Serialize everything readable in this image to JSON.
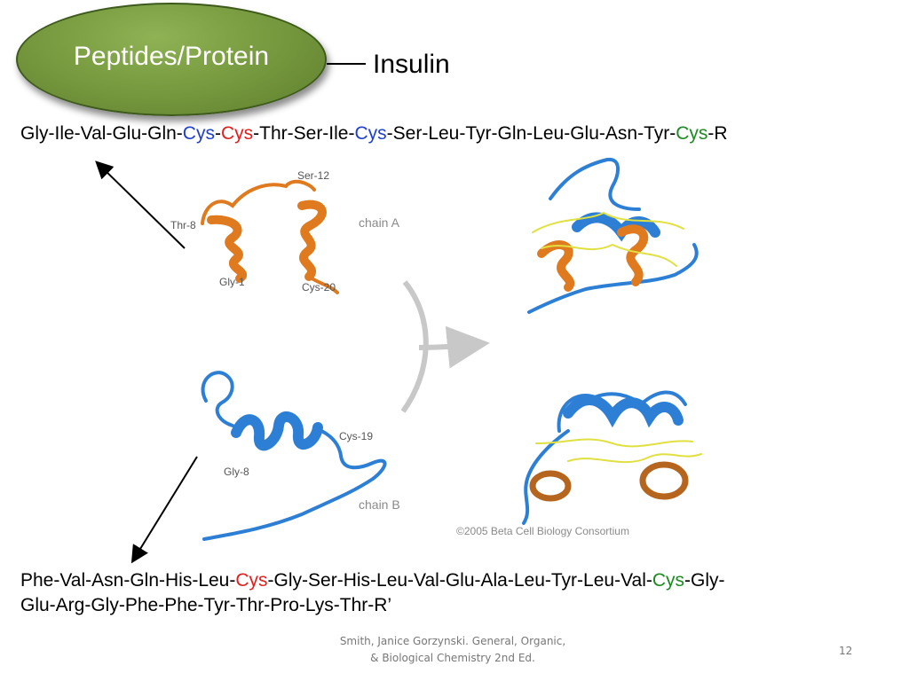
{
  "slide": {
    "title": "Peptides/Protein",
    "heading": "Insulin",
    "chain_a_sequence": [
      {
        "text": "Gly-Ile-Val-Glu-Gln-",
        "color": "black"
      },
      {
        "text": "Cys",
        "color": "blue"
      },
      {
        "text": "-",
        "color": "black"
      },
      {
        "text": "Cys",
        "color": "red"
      },
      {
        "text": "-Thr-Ser-Ile-",
        "color": "black"
      },
      {
        "text": "Cys",
        "color": "blue"
      },
      {
        "text": "-Ser-Leu-Tyr-Gln-Leu-Glu-Asn-Tyr-",
        "color": "black"
      },
      {
        "text": "Cys",
        "color": "green"
      },
      {
        "text": "-R",
        "color": "black"
      }
    ],
    "chain_b_sequence_line1": [
      {
        "text": "Phe-Val-Asn-Gln-His-Leu-",
        "color": "black"
      },
      {
        "text": "Cys",
        "color": "red"
      },
      {
        "text": "-Gly-Ser-His-Leu-Val-Glu-Ala-Leu-Tyr-Leu-Val-",
        "color": "black"
      },
      {
        "text": "Cys",
        "color": "green"
      },
      {
        "text": "-Gly-",
        "color": "black"
      }
    ],
    "chain_b_sequence_line2": "Glu-Arg-Gly-Phe-Phe-Tyr-Thr-Pro-Lys-Thr-R’",
    "figure": {
      "labels": {
        "ser12": "Ser-12",
        "thr8": "Thr-8",
        "gly1": "Gly-1",
        "cys20": "Cys-20",
        "chain_a": "chain A",
        "cys19": "Cys-19",
        "gly8": "Gly-8",
        "chain_b": "chain B"
      },
      "credit": "©2005 Beta Cell Biology Consortium",
      "colors": {
        "chain_a": "#e07a1e",
        "chain_b": "#2d7fd6",
        "disulfide": "#e0e040",
        "arrow": "#c8c8c8"
      }
    },
    "footer": {
      "line1": "Smith, Janice Gorzynski. General, Organic,",
      "line2": "& Biological Chemistry 2nd Ed."
    },
    "page_number": "12",
    "colors": {
      "title_fill": "#74963c",
      "title_text": "#ffffff",
      "cys_blue": "#1f3fd1",
      "cys_red": "#e21e1e",
      "cys_green": "#1d8a22"
    }
  }
}
